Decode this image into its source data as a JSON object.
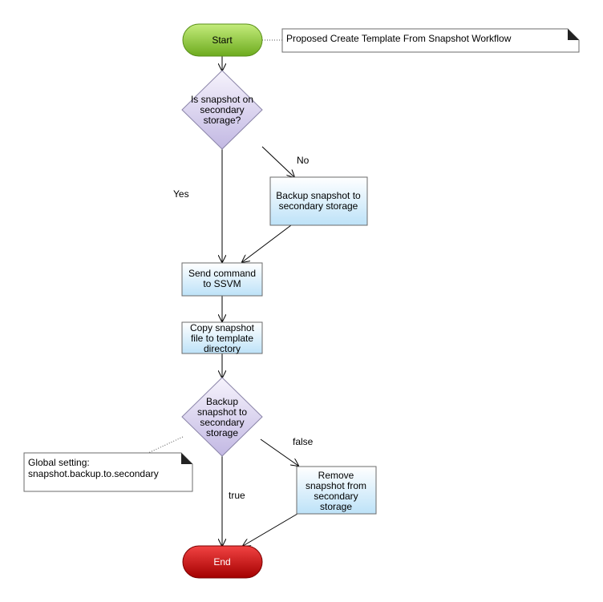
{
  "nodes": {
    "start": {
      "label": "Start"
    },
    "end": {
      "label": "End"
    },
    "is_snapshot_on_secondary": {
      "lines": [
        "Is snapshot on",
        "secondary",
        "storage?"
      ]
    },
    "backup_snapshot": {
      "lines": [
        "Backup snapshot to",
        "secondary storage"
      ]
    },
    "send_command": {
      "lines": [
        "Send command",
        "to SSVM"
      ]
    },
    "copy_snapshot": {
      "lines": [
        "Copy snapshot",
        "file to template",
        "directory"
      ]
    },
    "backup_decision": {
      "lines": [
        "Backup",
        "snapshot to",
        "secondary",
        "storage"
      ]
    },
    "remove_snapshot": {
      "lines": [
        "Remove",
        "snapshot from",
        "secondary",
        "storage"
      ]
    }
  },
  "notes": {
    "workflow_title": {
      "lines": [
        "Proposed Create Template From Snapshot Workflow"
      ]
    },
    "global_setting": {
      "lines": [
        "Global setting:",
        "snapshot.backup.to.secondary"
      ]
    }
  },
  "edges": {
    "no": "No",
    "yes": "Yes",
    "false": "false",
    "true": "true"
  },
  "colors": {
    "start_fill_top": "#b7e36a",
    "start_fill_bottom": "#6dab1e",
    "end_fill_top": "#ef2a2a",
    "end_fill_bottom": "#a80000",
    "decision_fill_top": "#f1edfa",
    "decision_fill_bottom": "#c6bde6",
    "process_fill_top": "#ffffff",
    "process_fill_bottom": "#bfe3f8",
    "stroke": "#6b6b6b"
  }
}
